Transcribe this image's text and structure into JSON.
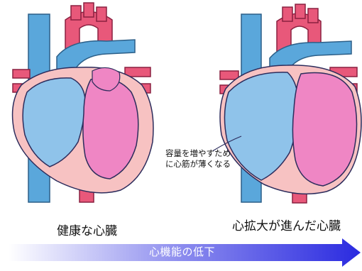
{
  "hearts": {
    "healthy_label": "健康な心臓",
    "dilated_label": "心拡大が進んだ心臓"
  },
  "annotation": {
    "line1": "容量を増やすため",
    "line2": "に心筋が薄くなる"
  },
  "arrow": {
    "label": "心機能の低下"
  },
  "colors": {
    "vessel_blue": "#5aa7db",
    "artery_red": "#e8587a",
    "muscle_pink": "#f7c2c2",
    "chamber_blue": "#8fc3ea",
    "chamber_pink": "#ef86c4",
    "arrow_start": "#ffffff",
    "arrow_end": "#2a2ae0"
  }
}
